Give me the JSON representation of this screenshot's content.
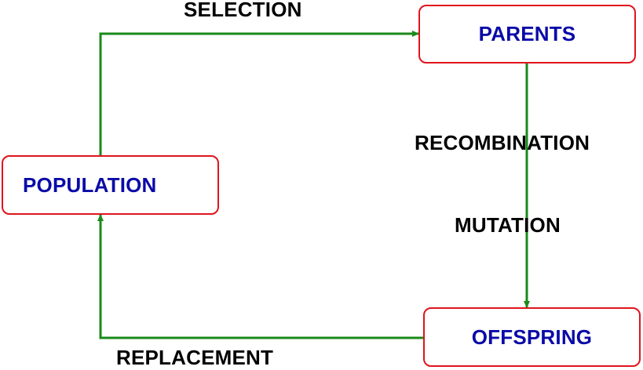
{
  "diagram": {
    "nodes": {
      "parents": "PARENTS",
      "population": "POPULATION",
      "offspring": "OFFSPRING"
    },
    "edges": {
      "selection": "SELECTION",
      "recombination": "RECOMBINATION",
      "mutation": "MUTATION",
      "replacement": "REPLACEMENT"
    },
    "colors": {
      "node_border": "#e0141c",
      "node_text": "#0a0aa8",
      "arrow": "#1a8a1a",
      "edge_text": "#000000"
    }
  }
}
